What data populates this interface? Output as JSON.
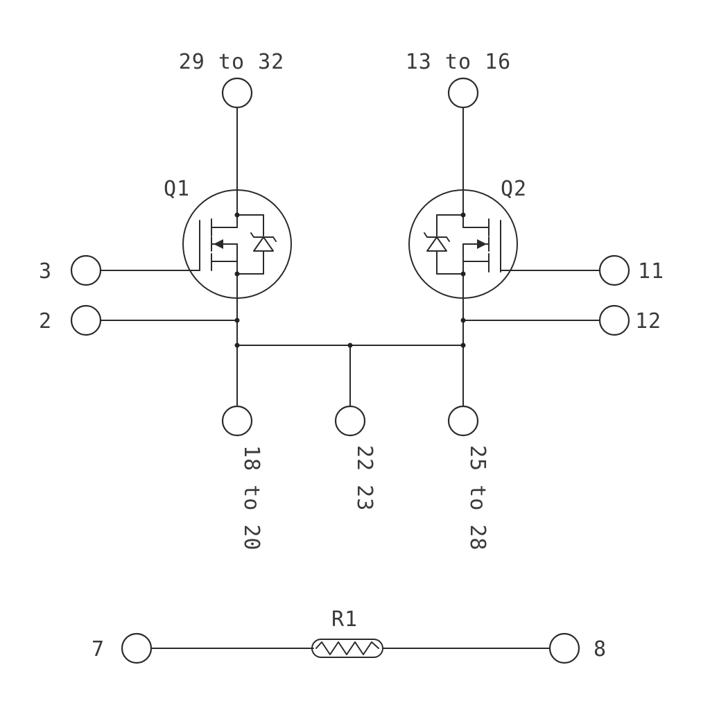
{
  "components": {
    "q1": {
      "ref": "Q1"
    },
    "q2": {
      "ref": "Q2"
    },
    "r1": {
      "ref": "R1"
    }
  },
  "pins": {
    "q1_drain": "29 to 32",
    "q2_drain": "13 to 16",
    "q1_gate": "3",
    "q1_source": "2",
    "q2_gate": "11",
    "q2_source": "12",
    "bottom_left": "18 to 20",
    "bottom_mid": "22 23",
    "bottom_right": "25 to 28",
    "r1_left": "7",
    "r1_right": "8"
  },
  "colors": {
    "ink": "#2a2a2a",
    "text": "#3a3a3a",
    "background": "#ffffff"
  }
}
